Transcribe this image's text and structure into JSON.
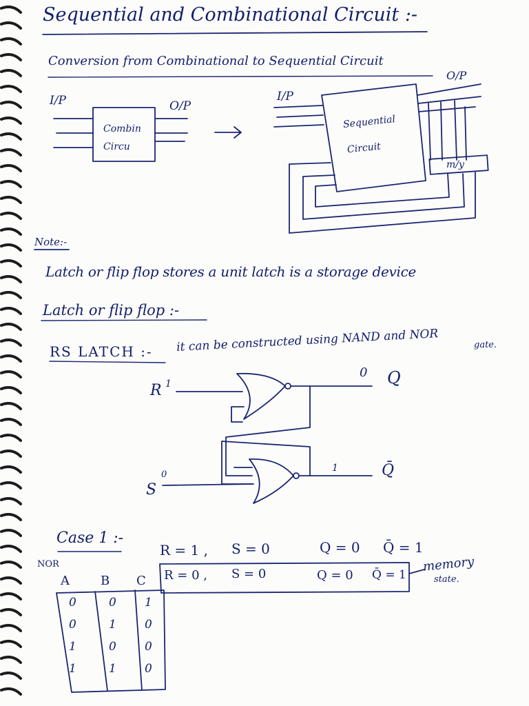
{
  "heading": {
    "title": "Sequential  and  Combinational  Circuit :-",
    "subtitle": "Conversion from Combinational to Sequential Circuit"
  },
  "diagram_conversion": {
    "comb_input_label": "I/P",
    "comb_output_label": "O/P",
    "comb_box_line1": "Combin",
    "comb_box_line2": "Circu",
    "arrow": "→",
    "seq_input_label": "I/P",
    "seq_output_label": "O/P",
    "seq_box_line1": "Sequential",
    "seq_box_line2": "Circuit",
    "memory_label": "m/y"
  },
  "notes": {
    "note_label": "Note:-",
    "line1": "Latch or flip flop stores a unit latch is a storage device",
    "line2": "Latch or flip flop :-",
    "rs_latch_label": "RS LATCH :-",
    "rs_latch_text": "it can be constructed using NAND and NOR",
    "rs_latch_text_end": "gate."
  },
  "latch_diagram": {
    "r_label": "R",
    "r_value": "1",
    "s_label": "S",
    "s_value": "0",
    "q_value": "0",
    "q_label": "Q",
    "qbar_value": "1",
    "qbar_label": "Q̄"
  },
  "case1": {
    "label": "Case 1 :-",
    "line1_r": "R = 1 ,",
    "line1_s": "S = 0",
    "line1_q": "Q = 0",
    "line1_qbar": "Q̄ = 1",
    "line2_r": "R = 0 ,",
    "line2_s": "S = 0",
    "line2_q": "Q = 0",
    "line2_qbar": "Q̄ = 1",
    "memory_state_line1": "memory",
    "memory_state_line2": "state."
  },
  "nor_table": {
    "title": "NOR",
    "headers": [
      "A",
      "B",
      "C"
    ],
    "rows": [
      [
        "0",
        "0",
        "1"
      ],
      [
        "0",
        "1",
        "0"
      ],
      [
        "1",
        "0",
        "0"
      ],
      [
        "1",
        "1",
        "0"
      ]
    ]
  },
  "colors": {
    "ink": "#14206a",
    "paper": "#fcfcfb",
    "spiral": "#1c1c1c"
  }
}
